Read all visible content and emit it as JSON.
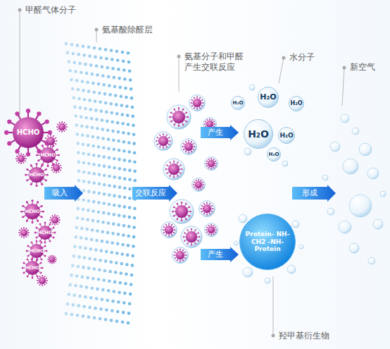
{
  "diagram": {
    "nodes": [
      {
        "text": [
          "H₂O"
        ]
      },
      {
        "text": [
          "H₂O"
        ]
      },
      {
        "text": [
          "H₂O"
        ]
      },
      {
        "text": [
          "H₂O"
        ]
      },
      {
        "text": [
          "H₂O"
        ]
      },
      {
        "text": [
          "H₂O"
        ]
      },
      {
        "text": [
          "Protein- NH- CH2 -NH- Protein"
        ]
      }
    ],
    "labels": [
      "甲醛气体分子",
      "氨基酸除醛层",
      "氨基分子和甲醛 产生交联反应",
      "水分子",
      "新空气",
      "羟甲基衍生物",
      "吸入",
      "交联反应",
      "产生",
      "产生",
      "形成",
      "HCHO",
      "HCHO",
      "HCHO",
      "HCHO",
      "HCHO",
      "HCHO",
      "HCHO"
    ]
  }
}
